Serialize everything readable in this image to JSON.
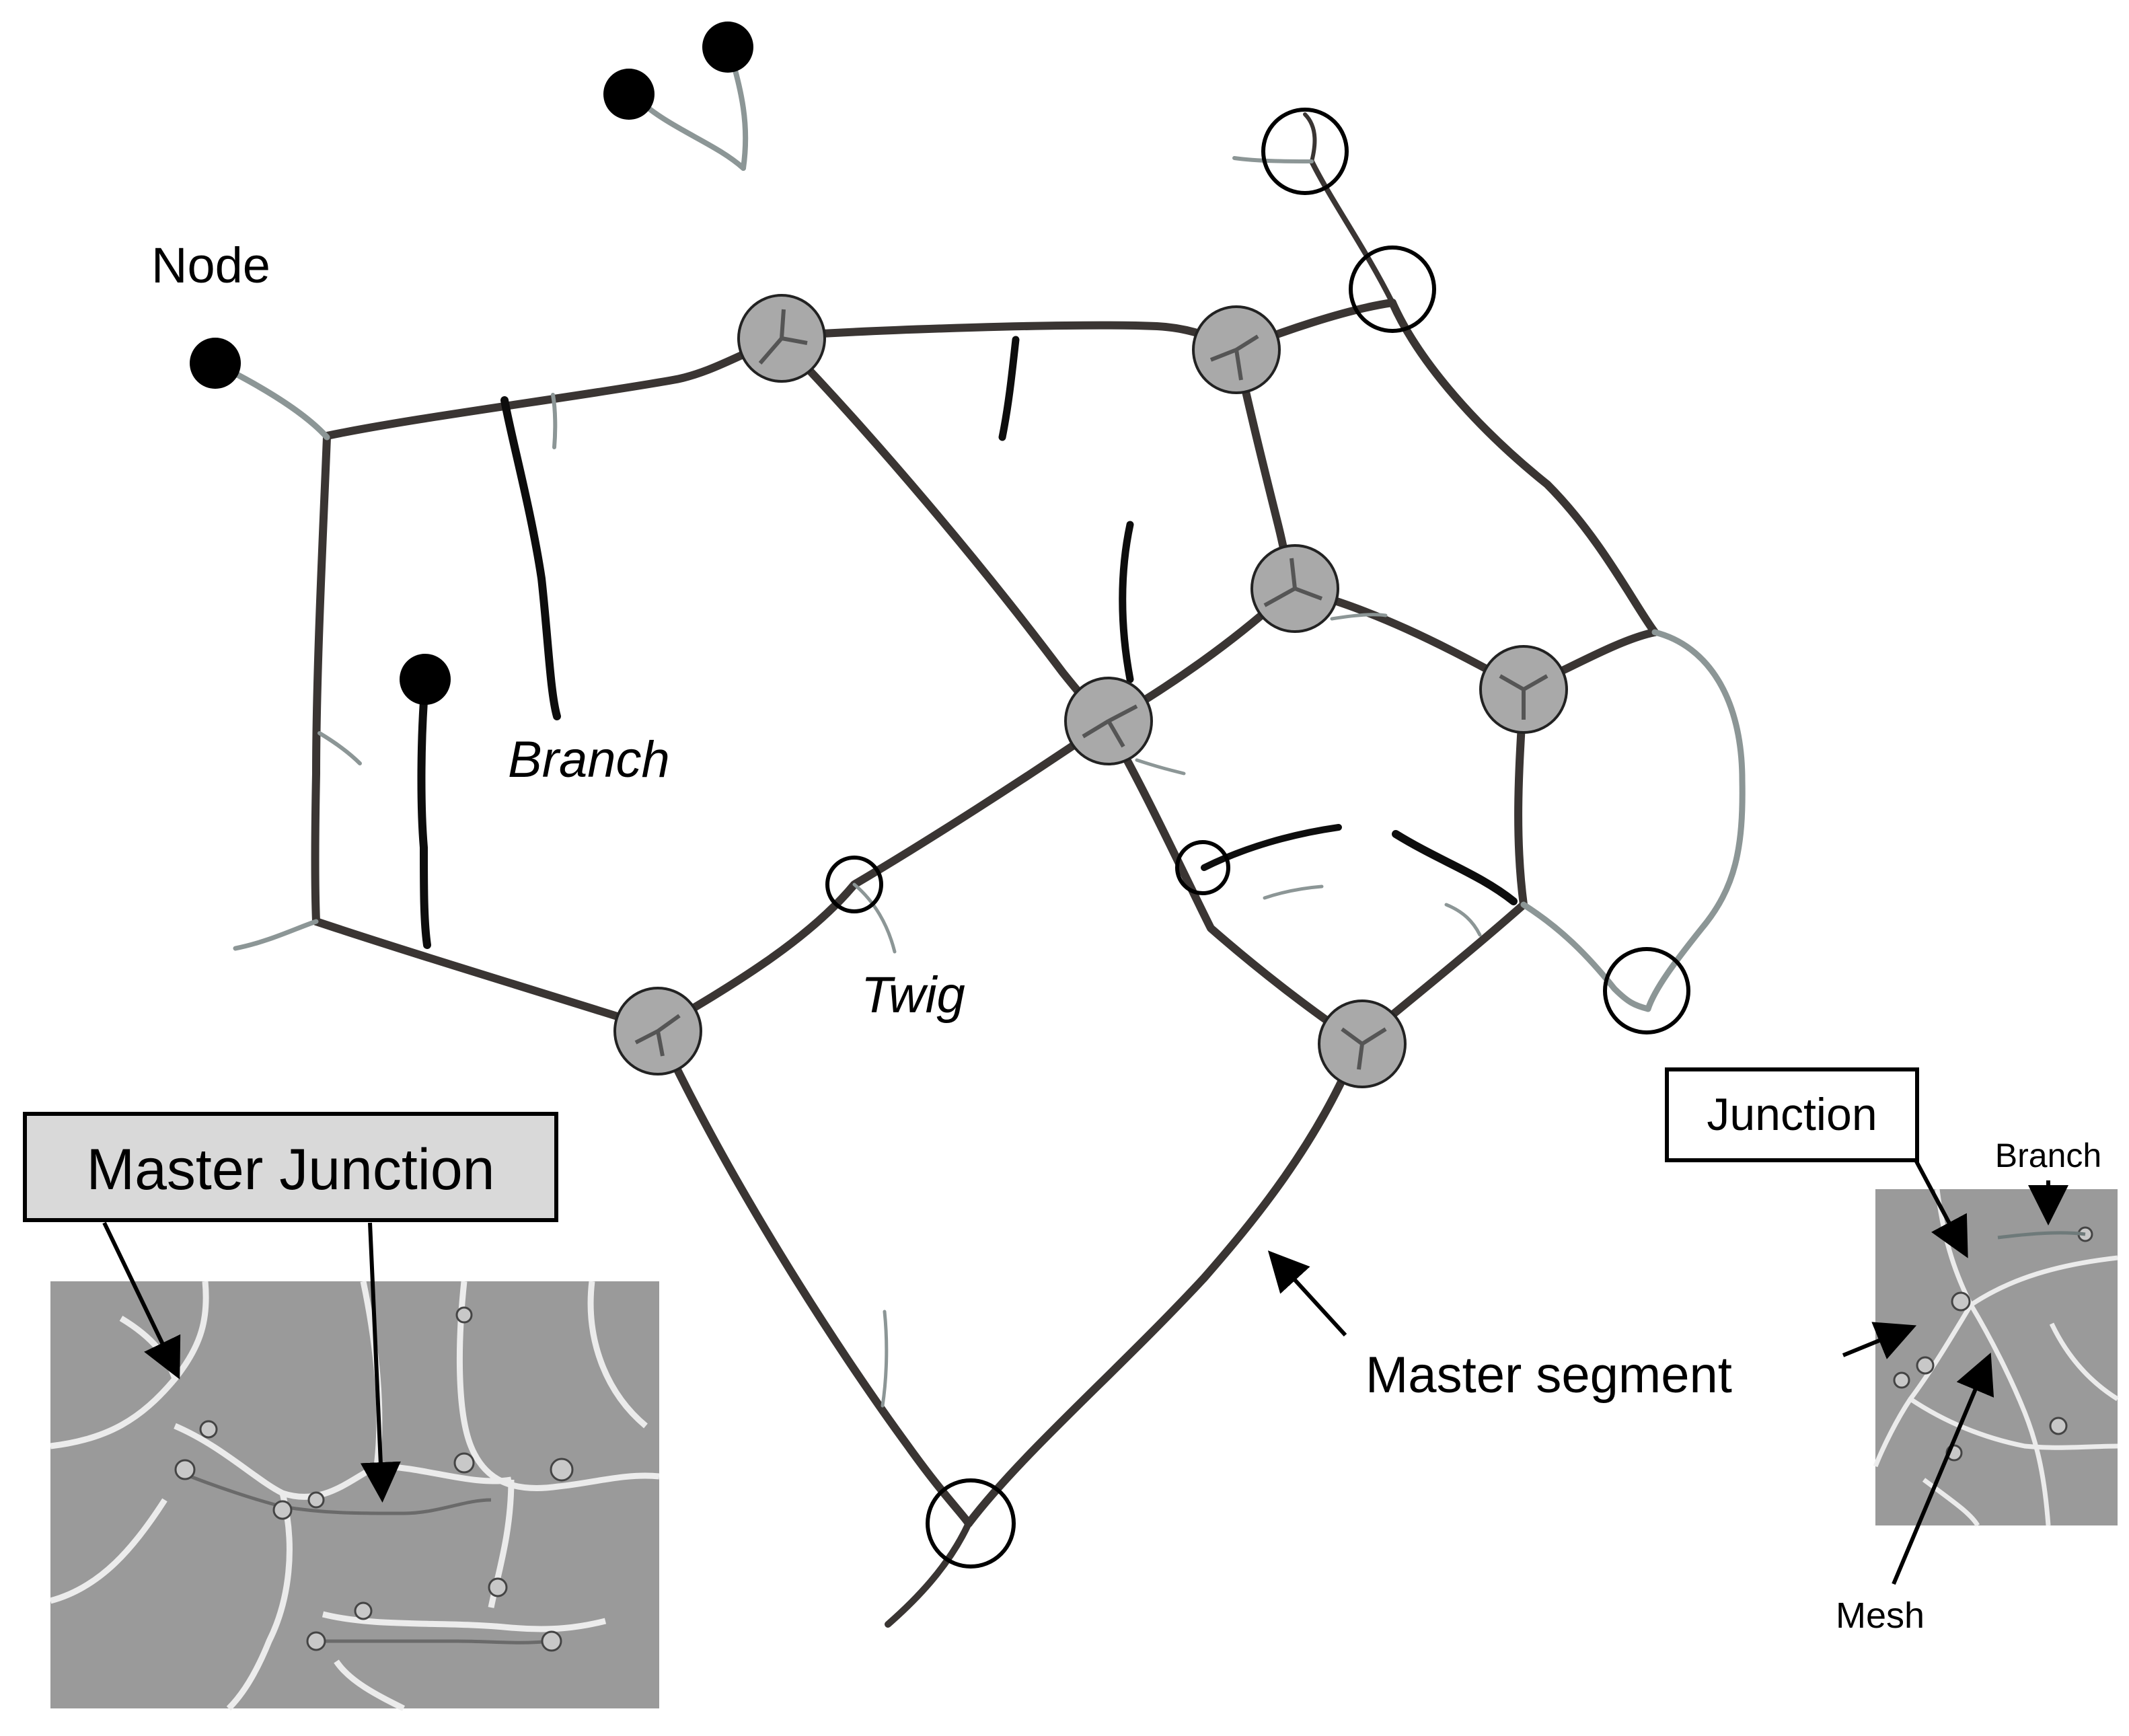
{
  "labels": {
    "node": "Node",
    "branch": "Branch",
    "twig": "Twig",
    "master_segment": "Master segment",
    "master_junction": "Master Junction",
    "junction": "Junction",
    "inset_branch": "Branch",
    "mesh": "Mesh"
  },
  "colors": {
    "master_junction_fill": "#a9a9a9",
    "master_junction_box_fill": "#d9d9d9",
    "segment_stroke": "#3a3533",
    "branch_stroke": "#0d0d0d",
    "twig_stroke": "#8c9696",
    "inset_background": "#9a9a9a"
  }
}
